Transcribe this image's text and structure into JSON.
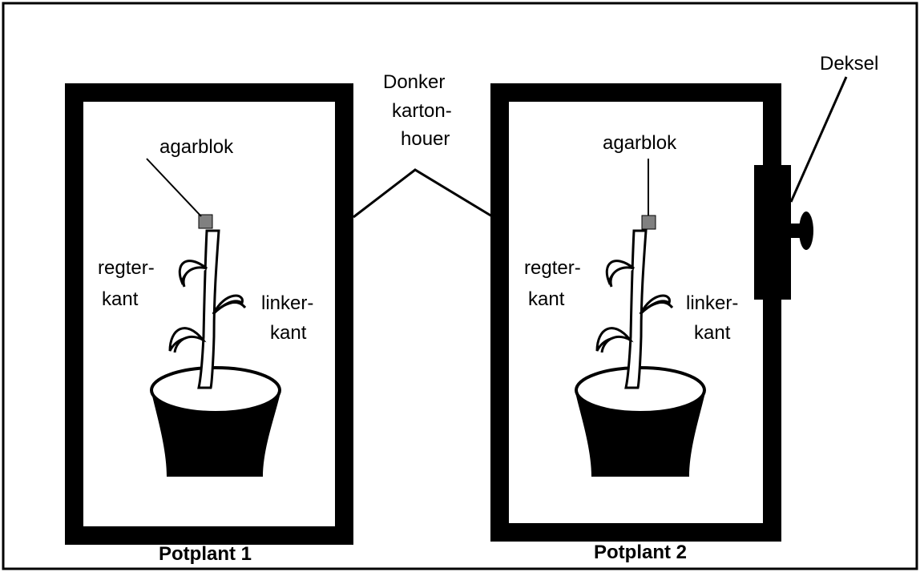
{
  "labels": {
    "container_line1": "Donker",
    "container_line2": "karton-",
    "container_line3": "houer",
    "lid": "Deksel",
    "plant1": {
      "agar": "agarblok",
      "right_edge_line1": "regter-",
      "right_edge_line2": "kant",
      "left_edge_line1": "linker-",
      "left_edge_line2": "kant",
      "caption": "Potplant 1"
    },
    "plant2": {
      "agar": "agarblok",
      "right_edge_line1": "regter-",
      "right_edge_line2": "kant",
      "left_edge_line1": "linker-",
      "left_edge_line2": "kant",
      "caption": "Potplant 2"
    }
  },
  "colors": {
    "ink": "#000000",
    "paper": "#ffffff",
    "agar_block": "#808080"
  }
}
